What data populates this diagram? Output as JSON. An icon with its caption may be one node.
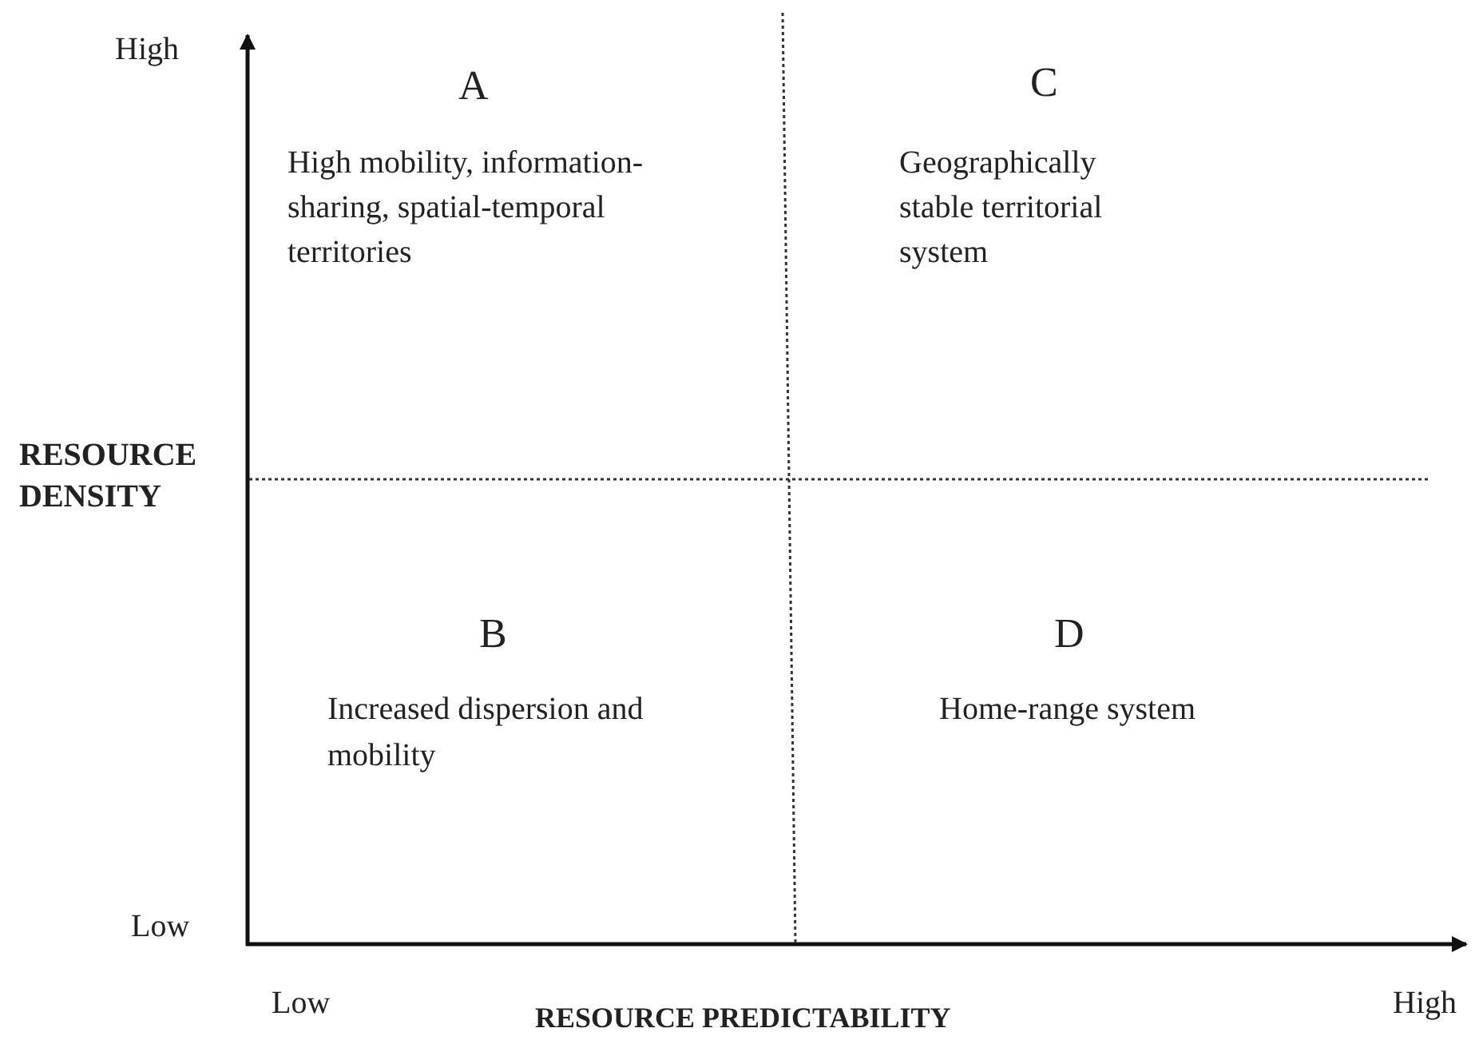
{
  "diagram": {
    "labels": [
      "High",
      "A",
      "C",
      "High mobility, information-sharing, spatial-temporal territories",
      "Geographically stable territorial system",
      "RESOURCE DENSITY",
      "B",
      "D",
      "Increased dispersion and mobility",
      "Home-range system",
      "Low",
      "Low",
      "RESOURCE PREDICTABILITY",
      "High"
    ]
  }
}
